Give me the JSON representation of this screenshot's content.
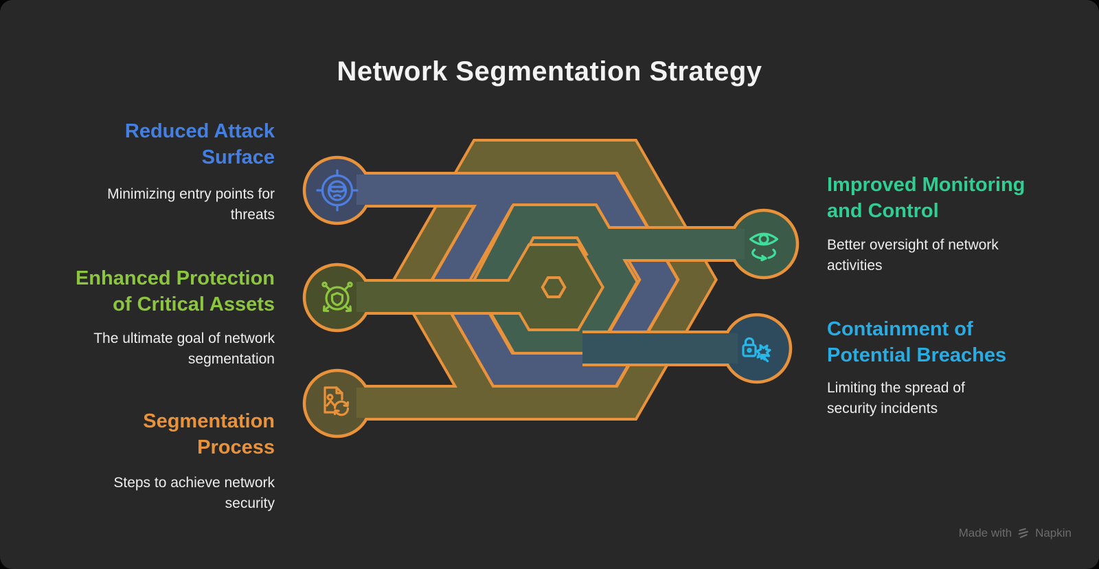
{
  "title": "Network Segmentation Strategy",
  "items": {
    "reduced_attack": {
      "icon": "attacker-target-icon",
      "title": "Reduced Attack Surface",
      "desc": "Minimizing entry points for threats",
      "color": "#4480E4"
    },
    "enhanced_protection": {
      "icon": "shield-network-icon",
      "title": "Enhanced Protection of Critical Assets",
      "desc": "The ultimate goal of network segmentation",
      "color": "#8CC63E"
    },
    "segmentation_process": {
      "icon": "document-sync-icon",
      "title": "Segmentation Process",
      "desc": "Steps to achieve network security",
      "color": "#E8923C"
    },
    "improved_monitoring": {
      "icon": "eye-monitoring-icon",
      "title": "Improved Monitoring and Control",
      "desc": "Better oversight of network activities",
      "color": "#2FCE92"
    },
    "containment": {
      "icon": "lock-breach-icon",
      "title": "Containment of Potential Breaches",
      "desc": "Limiting the spread of security incidents",
      "color": "#29ACE3"
    }
  },
  "colors": {
    "background": "#282828",
    "title_text": "#F3F3F3",
    "body_text": "#EDEDED",
    "outline": "#E8923C",
    "watermark": "#6C6C6C",
    "bands": {
      "olive": "#6B6233",
      "blue": "#4C5B7C",
      "teal": "#426050",
      "green": "#545C34",
      "cyan": "#35525F"
    },
    "nodes": {
      "attack": "#3E4A66",
      "protection": "#494E2B",
      "process": "#5A5430",
      "monitoring": "#3C5A48",
      "containment": "#2E4B5E"
    },
    "icons": {
      "attack": "#4D7EE0",
      "protection": "#8CC63E",
      "process": "#E8923C",
      "monitoring": "#3FDE9B",
      "containment": "#29B6E8"
    }
  },
  "watermark": {
    "prefix": "Made with",
    "brand": "Napkin"
  }
}
